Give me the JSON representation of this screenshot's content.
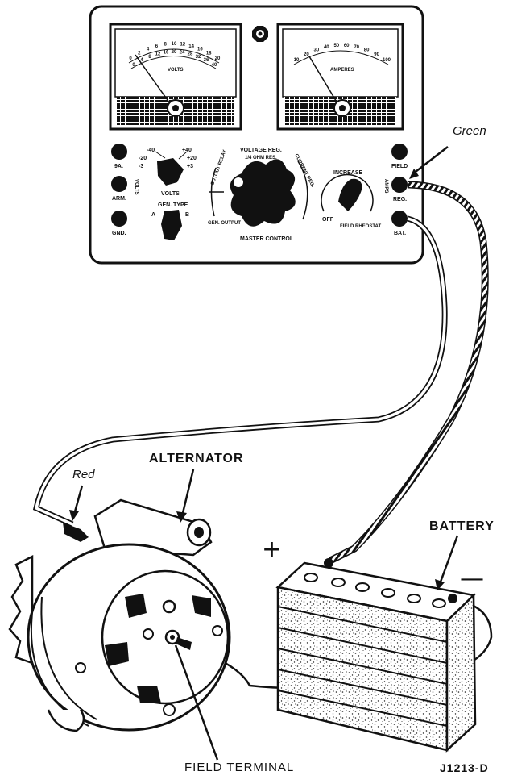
{
  "tester": {
    "volts_meter": {
      "unit_label": "VOLTS",
      "scale_top": [
        "0",
        "2",
        "4",
        "6",
        "8",
        "10",
        "12",
        "14",
        "16",
        "18",
        "20"
      ],
      "scale_bottom": [
        "0",
        "4",
        "8",
        "12",
        "16",
        "20",
        "24",
        "28",
        "32",
        "36",
        "40"
      ]
    },
    "amps_meter": {
      "unit_label": "AMPERES",
      "scale": [
        "10",
        "20",
        "30",
        "40",
        "50",
        "60",
        "70",
        "80",
        "90",
        "100"
      ]
    },
    "jacks": {
      "left": [
        "9A.",
        "ARM.",
        "GND."
      ],
      "right": [
        "FIELD",
        "REG.",
        "BAT."
      ]
    },
    "volts_selector": {
      "label": "VOLTS",
      "positions": [
        "-40",
        "-20",
        "-3",
        "+40",
        "+20",
        "+3"
      ],
      "side_label": "VOLTS"
    },
    "gen_type": {
      "label": "GEN. TYPE",
      "options": [
        "A",
        "B"
      ]
    },
    "master_control": {
      "label": "MASTER CONTROL",
      "positions": [
        "VOLTAGE REG.",
        "1/4 OHM RES.",
        "CUTOUT RELAY",
        "CURRENT REG.",
        "GEN. OUTPUT"
      ]
    },
    "field_rheostat": {
      "label": "FIELD RHEOSTAT",
      "increase": "INCREASE",
      "off": "OFF"
    },
    "amps_side_label": "AMPS"
  },
  "labels": {
    "green": "Green",
    "red": "Red",
    "alternator": "ALTERNATOR",
    "battery": "BATTERY",
    "plus": "+",
    "minus": "—",
    "field_terminal": "FIELD TERMINAL",
    "figure_code": "J1213-D"
  }
}
